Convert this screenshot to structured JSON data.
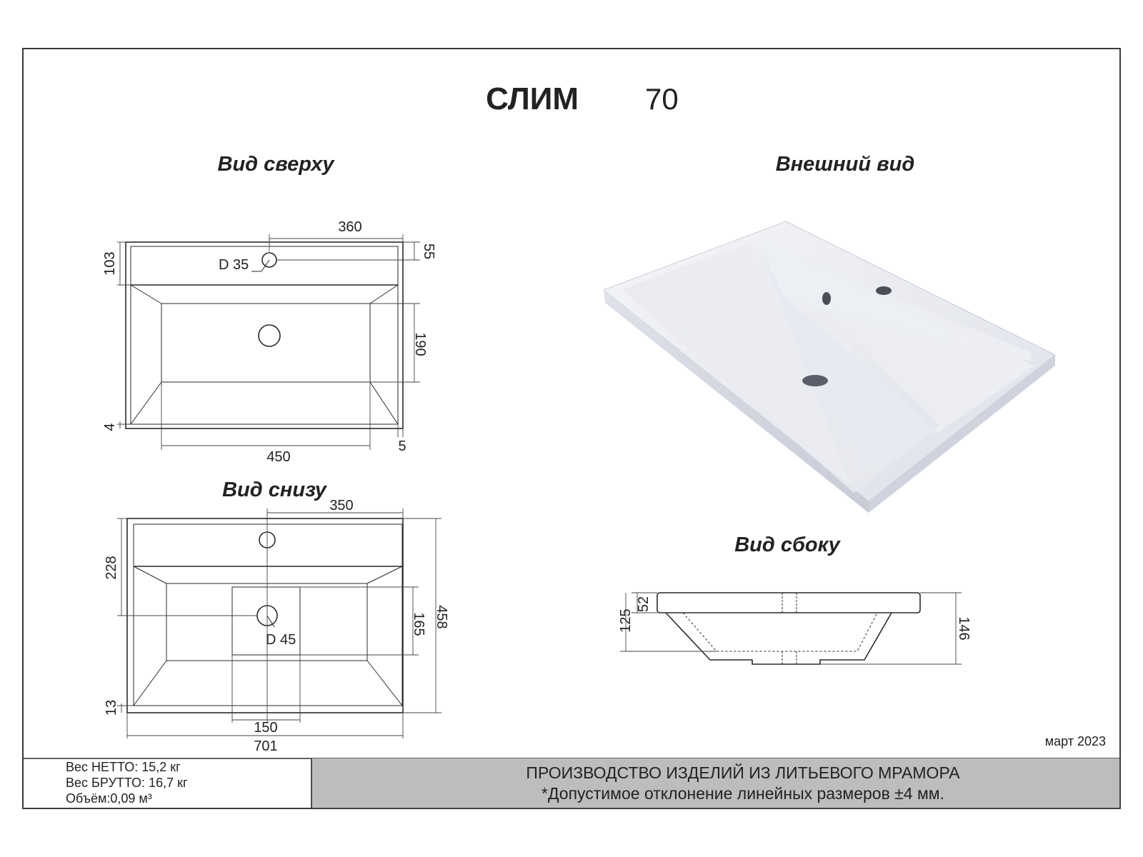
{
  "title": {
    "name": "СЛИМ",
    "size": "70"
  },
  "views": {
    "top": "Вид сверху",
    "bottom": "Вид снизу",
    "exterior": "Внешний вид",
    "side": "Вид сбоку"
  },
  "top_view_dims": {
    "width_360": "360",
    "depth_103": "103",
    "d_55": "55",
    "hole": "D 35",
    "d_190": "190",
    "d_4": "4",
    "width_450": "450",
    "d_5": "5"
  },
  "bottom_view_dims": {
    "width_350": "350",
    "d_228": "228",
    "d_165": "165",
    "depth_458": "458",
    "hole": "D 45",
    "d_13": "13",
    "width_150": "150",
    "width_701": "701"
  },
  "side_view_dims": {
    "d_52": "52",
    "d_125": "125",
    "d_146": "146"
  },
  "date": "март 2023",
  "specs": [
    "Вес НЕТТО: 15,2 кг",
    "Вес БРУТТО: 16,7 кг",
    "Объём:0,09 м³"
  ],
  "banner": {
    "line1": "ПРОИЗВОДСТВО ИЗДЕЛИЙ ИЗ ЛИТЬЕВОГО МРАМОРА",
    "line2": "*Допустимое отклонение линейных размеров ±4 мм."
  }
}
